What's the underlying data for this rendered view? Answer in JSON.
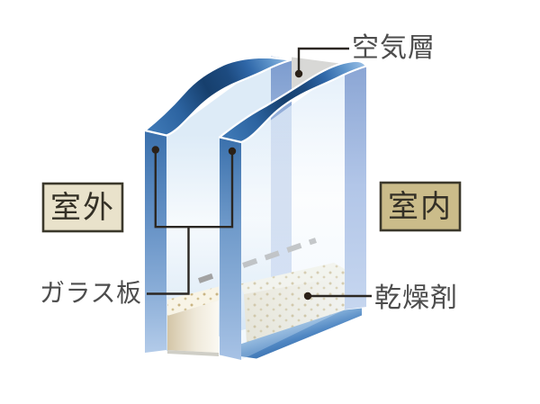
{
  "figure": {
    "callouts": {
      "air_layer": "空気層",
      "glass_plate": "ガラス板",
      "desiccant": "乾燥剤"
    },
    "side_labels": {
      "outdoor": "室外",
      "indoor": "室内"
    },
    "colors": {
      "glass_edge_blue": "#3a70ac",
      "wave_dark_blue": "#16406e",
      "air_gap_grey": "#d8d8d6",
      "desiccant_cream": "#f3edda",
      "desiccant_speckle": "#c9b584",
      "spacer_blue": "#2e6cab",
      "outdoor_box_fill": "#e9e2cb",
      "indoor_box_fill": "#cbbc8a",
      "box_border": "#3b382b",
      "label_text": "#4d4d4d",
      "connector_line": "#2b2722"
    }
  }
}
